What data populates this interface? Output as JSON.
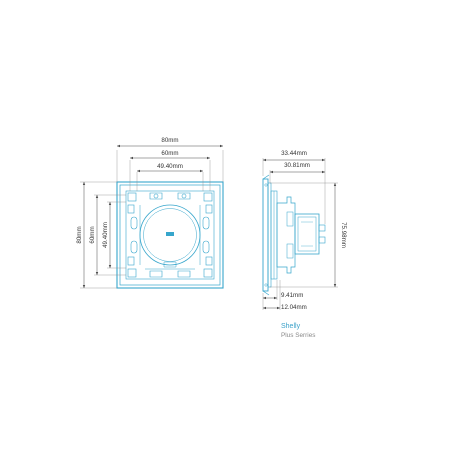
{
  "dimensions": {
    "front_width_outer": "80mm",
    "front_width_mid": "60mm",
    "front_width_inner": "49.40mm",
    "front_height_outer": "80mm",
    "front_height_mid": "60mm",
    "front_height_inner": "49.40mm",
    "side_depth_total": "33.44mm",
    "side_depth_body": "30.81mm",
    "side_height": "75.98mm",
    "side_front_1": "9.41mm",
    "side_front_2": "12.04mm"
  },
  "branding": {
    "brand": "Shelly",
    "series": "Plus Serries"
  },
  "colors": {
    "part_line": "#37a6cc",
    "dimension_line": "#4a4a4a",
    "brand_color": "#3aa0c8"
  }
}
